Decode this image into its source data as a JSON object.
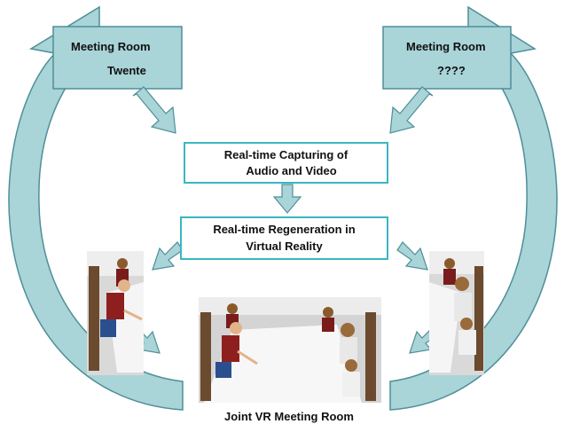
{
  "colors": {
    "arrow_fill": "#a9d4d8",
    "arrow_stroke": "#4f8f98",
    "box_border": "#39b7c1",
    "background": "#ffffff"
  },
  "rooms": {
    "left": {
      "line1": "Meeting Room",
      "line2": "Twente"
    },
    "right": {
      "line1": "Meeting Room",
      "line2": "????"
    }
  },
  "process": {
    "capture": {
      "line1": "Real-time Capturing of",
      "line2": "Audio and Video"
    },
    "regen": {
      "line1": "Real-time Regeneration in",
      "line2": "Virtual Reality"
    }
  },
  "caption": "Joint VR Meeting Room",
  "images": {
    "left_view": "vr-meeting-left-view",
    "center_view": "vr-meeting-joint-view",
    "right_view": "vr-meeting-right-view"
  }
}
